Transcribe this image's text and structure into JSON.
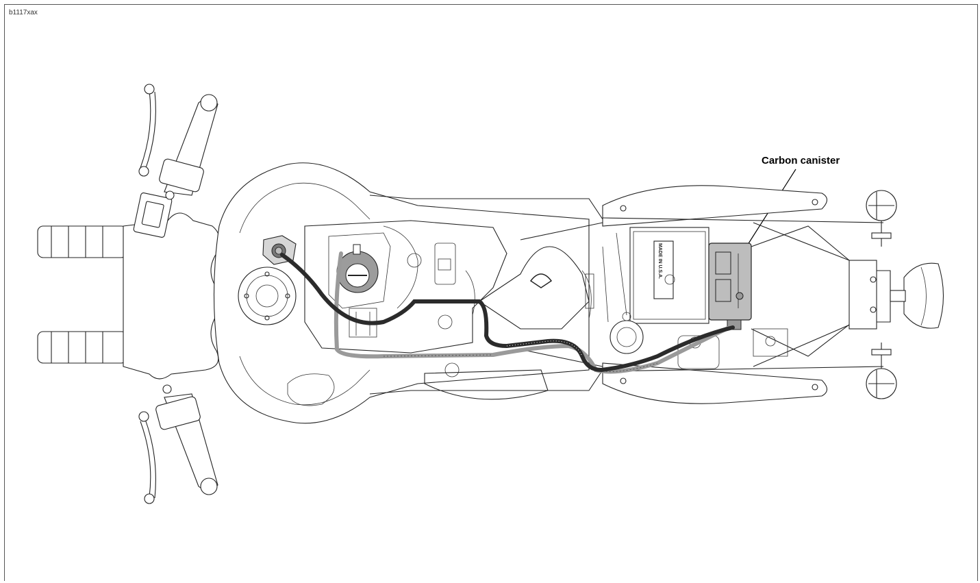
{
  "figure": {
    "id": "b1117xax"
  },
  "labels": {
    "carbon_canister": "Carbon canister",
    "canister_marking": "MADE IN U.S.A."
  },
  "colors": {
    "vapor_hose_dark": "#2b2b2b",
    "purge_hose_light": "#9a9a9a",
    "canister_fill": "#bdbdbd",
    "line_art": "#222222"
  }
}
